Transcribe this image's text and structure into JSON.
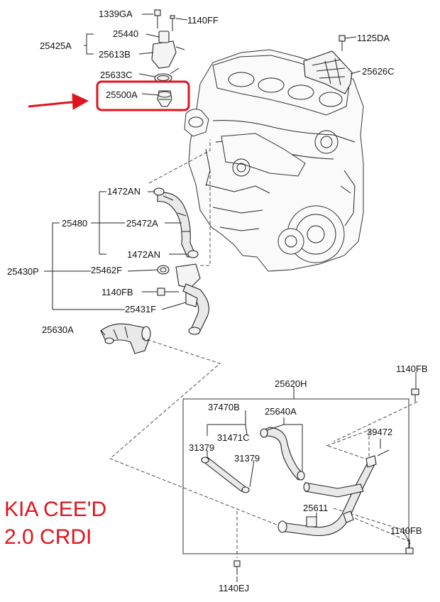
{
  "part_labels": {
    "p1339GA": "1339GA",
    "p1140FF": "1140FF",
    "p25440": "25440",
    "p25425A": "25425A",
    "p25613B": "25613B",
    "p1125DA": "1125DA",
    "p25626C": "25626C",
    "p25633C": "25633C",
    "p25500A": "25500A",
    "p1472AN_top": "1472AN",
    "p25480": "25480",
    "p25472A": "25472A",
    "p1472AN_bottom": "1472AN",
    "p25430P": "25430P",
    "p25462F": "25462F",
    "p1140FB_left": "1140FB",
    "p25431F": "25431F",
    "p25630A": "25630A",
    "p1140FB_top_right": "1140FB",
    "p25620H": "25620H",
    "p37470B": "37470B",
    "p25640A": "25640A",
    "p39472": "39472",
    "p31471C": "31471C",
    "p31379_left": "31379",
    "p31379_right": "31379",
    "p25611": "25611",
    "p1140FB_bottom_right": "1140FB",
    "p1140EJ": "1140EJ"
  },
  "vehicle": {
    "model": "KIA CEE'D",
    "engine": "2.0 CRDI"
  },
  "colors": {
    "highlight": "#e0141e",
    "line": "#222222"
  }
}
